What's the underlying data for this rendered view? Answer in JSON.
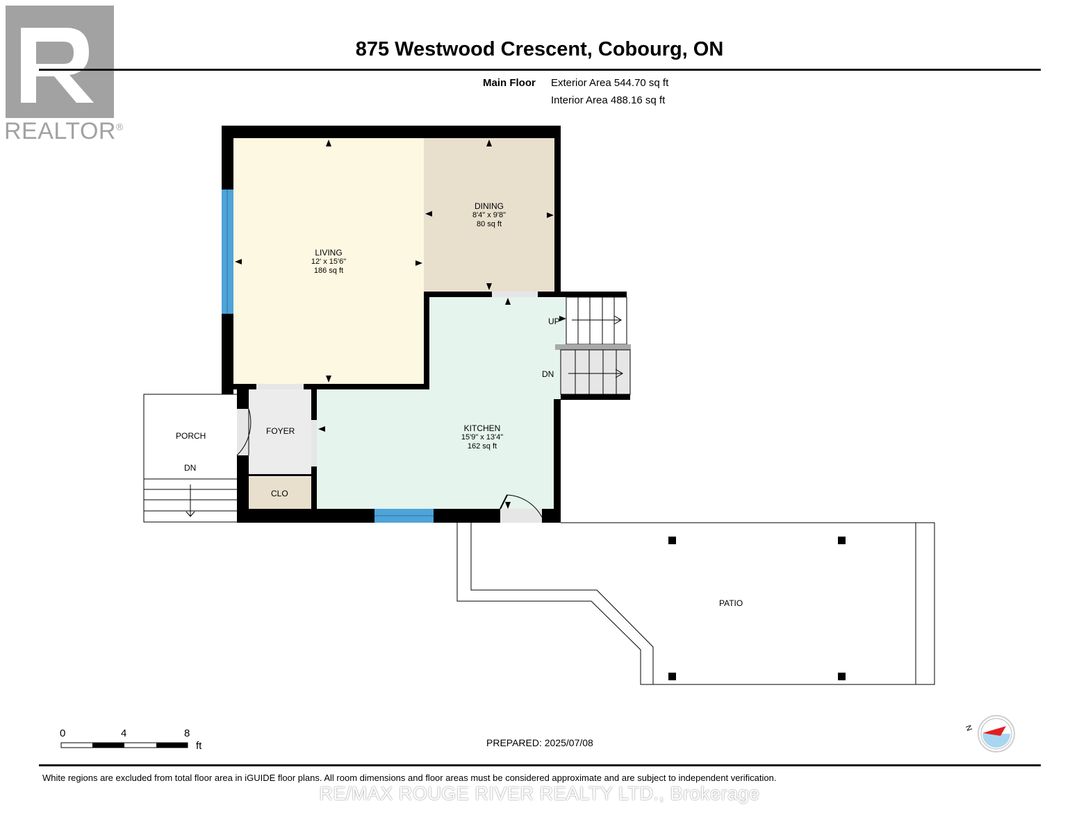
{
  "header": {
    "title": "875 Westwood Crescent, Cobourg, ON",
    "floor_name": "Main Floor",
    "exterior_area": "Exterior Area 544.70 sq ft",
    "interior_area": "Interior Area 488.16 sq ft"
  },
  "logo": {
    "text": "REALTOR",
    "mark": "®"
  },
  "rooms": {
    "living": {
      "name": "LIVING",
      "dims": "12' x 15'6\"",
      "area": "186 sq ft"
    },
    "dining": {
      "name": "DINING",
      "dims": "8'4\" x 9'8\"",
      "area": "80 sq ft"
    },
    "kitchen": {
      "name": "KITCHEN",
      "dims": "15'9\" x 13'4\"",
      "area": "162 sq ft"
    },
    "foyer": {
      "name": "FOYER"
    },
    "porch": {
      "name": "PORCH"
    },
    "clo": {
      "name": "CLO"
    },
    "patio": {
      "name": "PATIO"
    }
  },
  "stairs": {
    "porch_dn": "DN",
    "up": "UP",
    "dn": "DN"
  },
  "scale": {
    "ticks": [
      "0",
      "4",
      "8"
    ],
    "unit": "ft"
  },
  "compass": {
    "label": "N",
    "icon": "compass-icon"
  },
  "footer": {
    "prepared": "PREPARED: 2025/07/08",
    "disclaimer": "White regions are excluded from total floor area in iGUIDE floor plans. All room dimensions and floor areas must be considered approximate and are subject to independent verification.",
    "watermark": "RE/MAX ROUGE RIVER REALTY LTD., Brokerage"
  },
  "colors": {
    "living": "#fdf8e1",
    "dining": "#e8dfcd",
    "kitchen": "#e5f4ec",
    "foyer": "#ececec",
    "clo": "#e8dfcd",
    "window": "#4ea4d8",
    "wall": "#000000",
    "logo": "#a2a2a2"
  }
}
